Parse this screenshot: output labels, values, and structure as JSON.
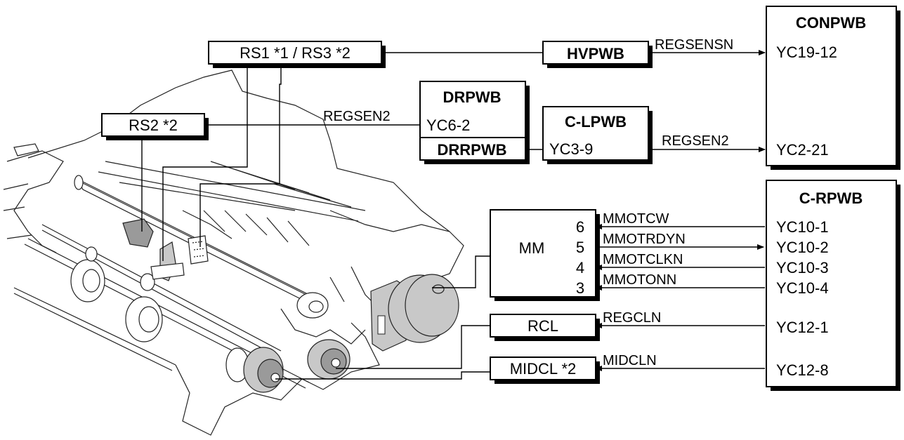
{
  "sensors": {
    "rs1_rs3": "RS1 *1 / RS3 *2",
    "rs2": "RS2 *2"
  },
  "boards": {
    "hvpwb": "HVPWB",
    "drpwb": "DRPWB",
    "drrpwb": "DRRPWB",
    "drpwb_pin": "YC6-2",
    "clpwb": "C-LPWB",
    "clpwb_pin": "YC3-9",
    "conpwb": {
      "title": "CONPWB",
      "pins": [
        "YC19-12",
        "YC2-21"
      ]
    },
    "crpwb": {
      "title": "C-RPWB",
      "pins": [
        "YC10-1",
        "YC10-2",
        "YC10-3",
        "YC10-4",
        "YC12-1",
        "YC12-8"
      ]
    }
  },
  "signals": {
    "regsensn": "REGSENSN",
    "regsen2_left": "REGSEN2",
    "regsen2_right": "REGSEN2",
    "mm_signals": [
      "MMOTCW",
      "MMOTRDYN",
      "MMOTCLKN",
      "MMOTONN"
    ],
    "regcln": "REGCLN",
    "midcln": "MIDCLN"
  },
  "motor": {
    "label": "MM",
    "pins": [
      "6",
      "5",
      "4",
      "3"
    ]
  },
  "clutches": {
    "rcl": "RCL",
    "midcl": "MIDCL *2"
  }
}
